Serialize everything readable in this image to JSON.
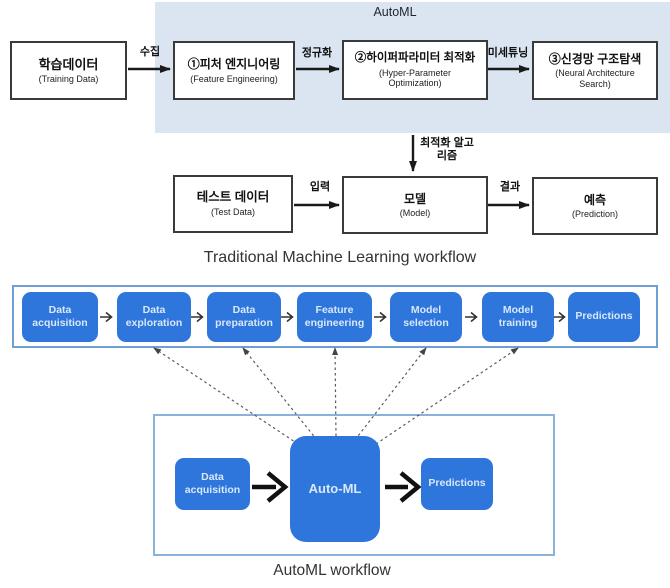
{
  "top": {
    "panel_title": "AutoML",
    "boxes": {
      "training": {
        "ko": "학습데이터",
        "en": "(Training Data)"
      },
      "feature": {
        "ko": "①피처 엔지니어링",
        "en": "(Feature Engineering)"
      },
      "hyper": {
        "ko": "②하이퍼파라미터 최적화",
        "en": "(Hyper-Parameter Optimization)"
      },
      "nas": {
        "ko": "③신경망 구조탐색",
        "en": "(Neural Architecture Search)"
      },
      "test": {
        "ko": "테스트 데이터",
        "en": "(Test Data)"
      },
      "model": {
        "ko": "모델",
        "en": "(Model)"
      },
      "prediction": {
        "ko": "예측",
        "en": "(Prediction)"
      }
    },
    "arrow_labels": {
      "collect": "수집",
      "normalize": "정규화",
      "finetune": "미세튜닝",
      "optimize": "최적화 알고리즘",
      "input": "입력",
      "result": "결과"
    }
  },
  "traditional": {
    "title": "Traditional Machine Learning workflow",
    "steps": [
      "Data acquisition",
      "Data exploration",
      "Data preparation",
      "Feature engineering",
      "Model selection",
      "Model training",
      "Predictions"
    ]
  },
  "automl_flow": {
    "title": "AutoML workflow",
    "steps": [
      "Data acquisition",
      "Auto-ML",
      "Predictions"
    ]
  },
  "colors": {
    "panel_bg": "#dbe5f1",
    "step_blue": "#2e76dc",
    "step_text": "#d9e8fb",
    "container_border": "#6f9fd4",
    "bottom_container_border": "#8ab2da",
    "box_border": "#3a3a3a",
    "arrow_black": "#1a1a1a",
    "dashed_gray": "#5a5a5a",
    "title_text": "#333333"
  }
}
